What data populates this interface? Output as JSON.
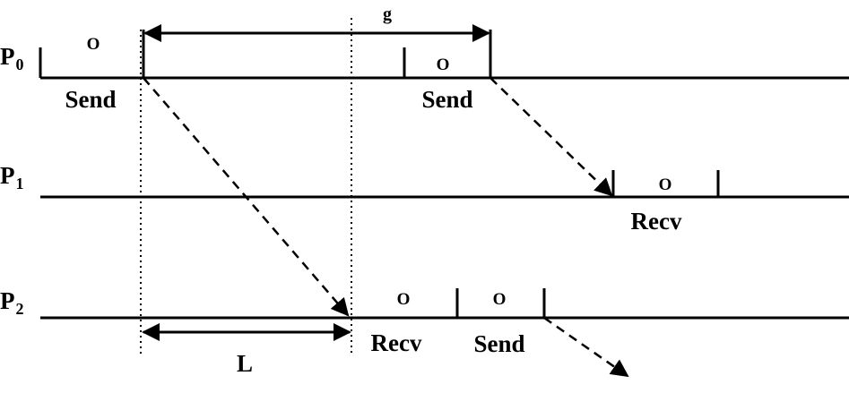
{
  "processes": [
    {
      "label": "P",
      "index": "0"
    },
    {
      "label": "P",
      "index": "1"
    },
    {
      "label": "P",
      "index": "2"
    }
  ],
  "overhead_label": "O",
  "send_label": "Send",
  "recv_label": "Recv",
  "gap_label": "g",
  "latency_label": "L",
  "colors": {
    "ink": "#000000",
    "background": "#ffffff"
  }
}
